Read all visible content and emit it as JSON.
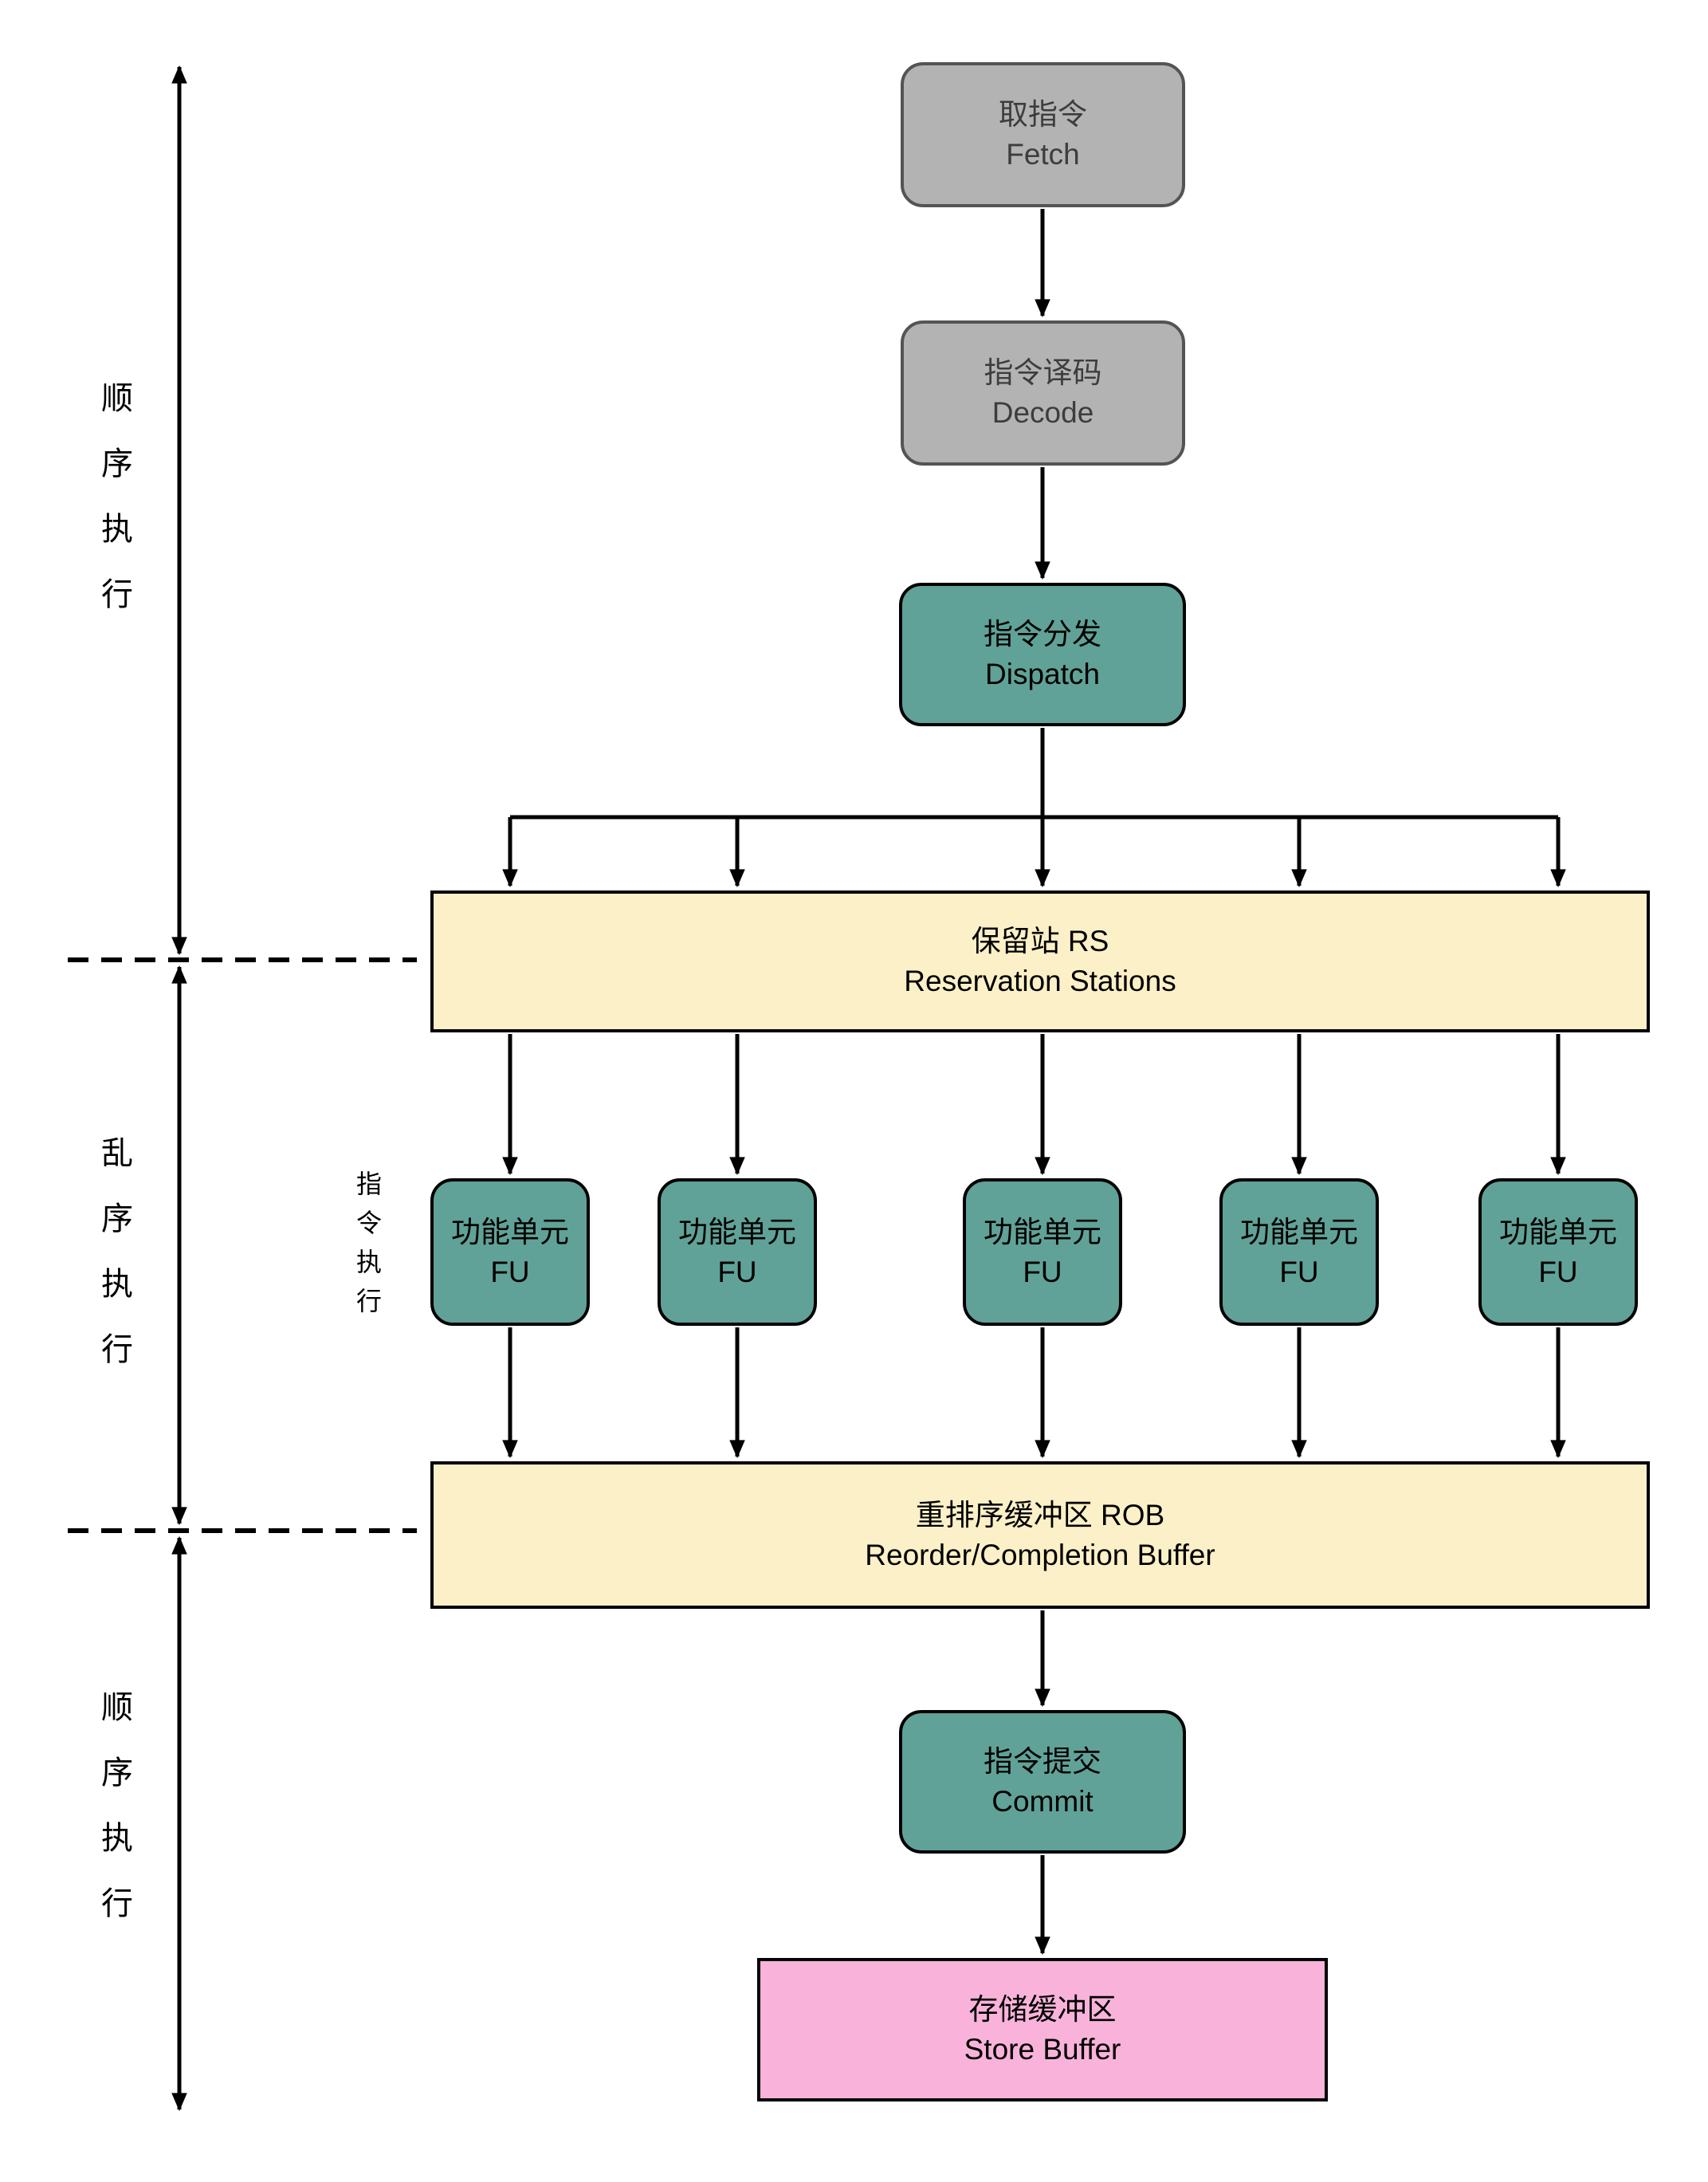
{
  "nodes": {
    "fetch": {
      "zh": "取指令",
      "en": "Fetch"
    },
    "decode": {
      "zh": "指令译码",
      "en": "Decode"
    },
    "dispatch": {
      "zh": "指令分发",
      "en": "Dispatch"
    },
    "reservation_stations": {
      "zh": "保留站 RS",
      "en": "Reservation Stations"
    },
    "functional_units": [
      {
        "zh": "功能单元",
        "en": "FU"
      },
      {
        "zh": "功能单元",
        "en": "FU"
      },
      {
        "zh": "功能单元",
        "en": "FU"
      },
      {
        "zh": "功能单元",
        "en": "FU"
      },
      {
        "zh": "功能单元",
        "en": "FU"
      }
    ],
    "reorder_buffer": {
      "zh": "重排序缓冲区 ROB",
      "en": "Reorder/Completion Buffer"
    },
    "commit": {
      "zh": "指令提交",
      "en": "Commit"
    },
    "store_buffer": {
      "zh": "存储缓冲区",
      "en": "Store Buffer"
    }
  },
  "side_labels": {
    "in_order_top": "顺序执行",
    "out_of_order_middle": "乱序执行",
    "in_order_bottom": "顺序执行",
    "instruction_execute": "指令执行"
  },
  "colors": {
    "stage_gray_fill": "#b3b3b3",
    "stage_gray_border": "#545454",
    "stage_teal_fill": "#60a297",
    "buffer_cream_fill": "#fbf0c7",
    "store_pink_fill": "#f9b3da",
    "node_border": "#000000",
    "arrow": "#000000"
  }
}
